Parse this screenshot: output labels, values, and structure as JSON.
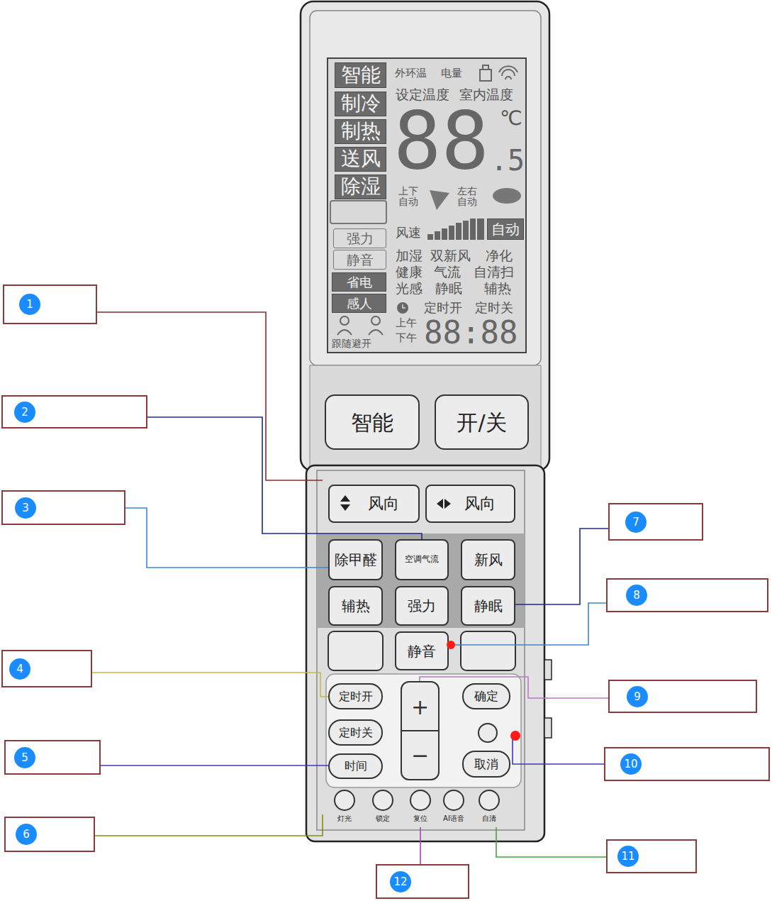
{
  "diagram": {
    "nodes": [
      {
        "text": [
          "智能"
        ]
      },
      {
        "text": [
          "制冷"
        ]
      },
      {
        "text": [
          "制热"
        ]
      },
      {
        "text": [
          "送风"
        ]
      },
      {
        "text": [
          "除湿"
        ]
      },
      {
        "text": [
          "强力"
        ]
      },
      {
        "text": [
          "静音"
        ]
      },
      {
        "text": [
          "省电"
        ]
      },
      {
        "text": [
          "感人"
        ]
      },
      {
        "text": [
          "自动"
        ]
      },
      {
        "text": [
          "1"
        ]
      },
      {
        "text": [
          "智能"
        ]
      },
      {
        "text": [
          "开/关"
        ]
      },
      {
        "text": [
          "2"
        ]
      },
      {
        "text": [
          "风向"
        ]
      },
      {
        "text": [
          "风向"
        ]
      },
      {
        "text": [
          "3"
        ]
      },
      {
        "text": [
          "除甲醛"
        ]
      },
      {
        "text": [
          "空调气流"
        ]
      },
      {
        "text": [
          "新风"
        ]
      },
      {
        "text": [
          "7"
        ]
      },
      {
        "text": [
          "辅热"
        ]
      },
      {
        "text": [
          "强力"
        ]
      },
      {
        "text": [
          "静眠"
        ]
      },
      {
        "text": [
          "8"
        ]
      },
      {
        "text": [
          "静音"
        ]
      },
      {
        "text": [
          "4"
        ]
      },
      {
        "text": [
          "定时开"
        ]
      },
      {
        "text": [
          "+",
          "−"
        ]
      },
      {
        "text": [
          "确定"
        ]
      },
      {
        "text": [
          "9"
        ]
      },
      {
        "text": [
          "定时关"
        ]
      },
      {
        "text": [
          "5"
        ]
      },
      {
        "text": [
          "时间"
        ]
      },
      {
        "text": [
          "取消"
        ]
      },
      {
        "text": [
          "10"
        ]
      },
      {
        "text": [
          "灯光"
        ]
      },
      {
        "text": [
          "锁定"
        ]
      },
      {
        "text": [
          "复位"
        ]
      },
      {
        "text": [
          "AI语音"
        ]
      },
      {
        "text": [
          "自清"
        ]
      },
      {
        "text": [
          "6"
        ]
      },
      {
        "text": [
          "11"
        ]
      },
      {
        "text": [
          "12"
        ]
      }
    ],
    "edges": [
      {
        "from": 13,
        "to": 18,
        "arrow": "none"
      },
      {
        "from": 16,
        "to": 17,
        "arrow": "none"
      },
      {
        "from": 26,
        "to": 27,
        "arrow": "none"
      },
      {
        "from": 32,
        "to": 33,
        "arrow": "none"
      },
      {
        "from": 20,
        "to": 23,
        "arrow": "none"
      },
      {
        "from": 24,
        "to": 25,
        "arrow": "none"
      },
      {
        "from": 30,
        "to": 28,
        "arrow": "none"
      },
      {
        "from": 42,
        "to": 40,
        "arrow": "none"
      },
      {
        "from": 43,
        "to": 38,
        "arrow": "none"
      }
    ],
    "labels": [
      "外环温",
      "电量",
      "设定温度",
      "室内温度",
      "88",
      "℃",
      ".5",
      "上下自动",
      "左右自动",
      "风速",
      "加湿",
      "双新风",
      "净化",
      "健康",
      "气流",
      "自清扫",
      "光感",
      "静眠",
      "辅热",
      "定时开",
      "定时关",
      "上午",
      "下午",
      "88:88",
      "跟随避开"
    ]
  }
}
